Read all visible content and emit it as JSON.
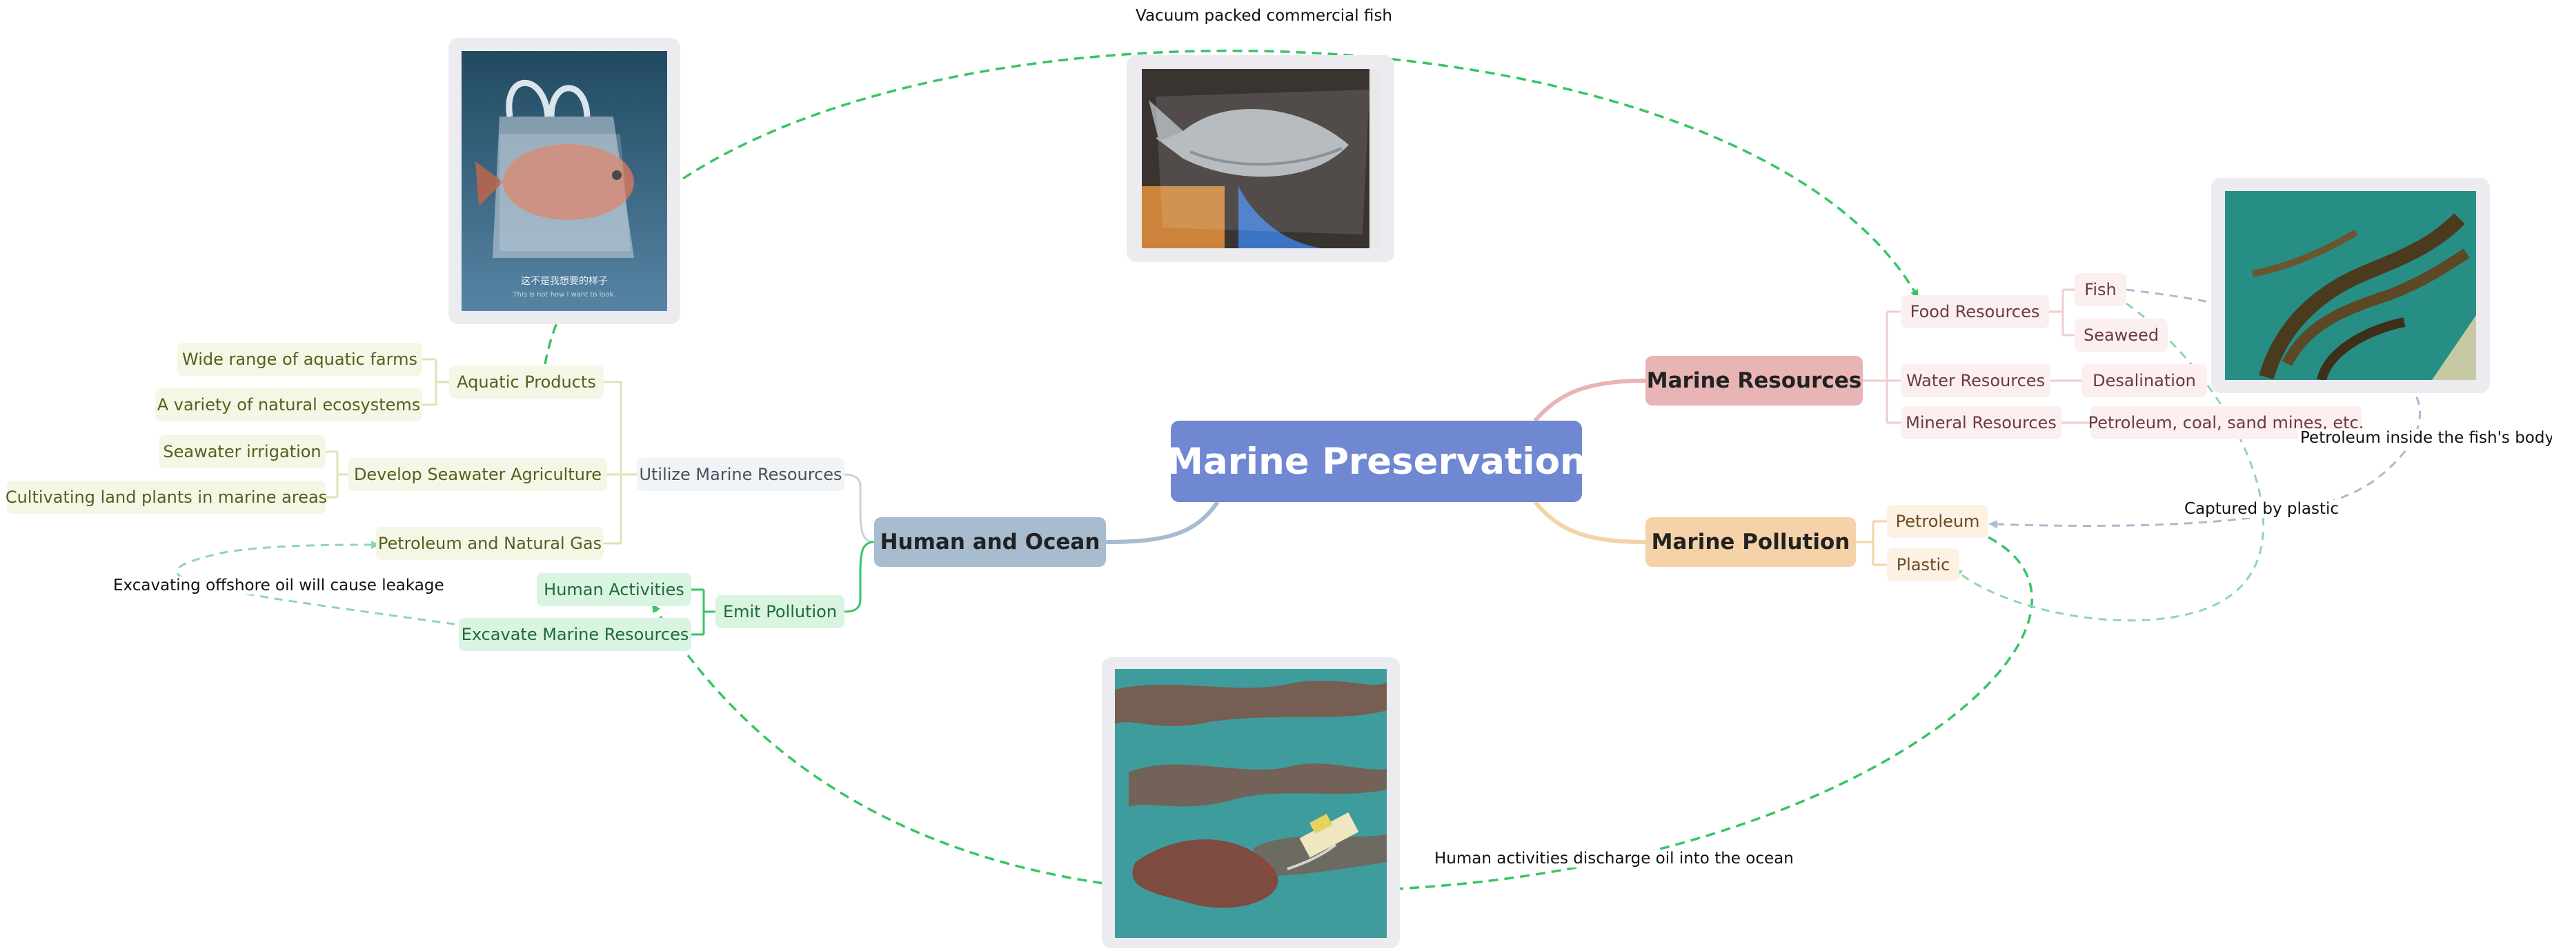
{
  "title": "Marine Preservation",
  "branches": {
    "human_and_ocean": {
      "label": "Human and Ocean",
      "utilize": {
        "label": "Utilize Marine Resources",
        "aquatic": {
          "label": "Aquatic Products",
          "children": [
            "Wide range of aquatic farms",
            "A variety of natural ecosystems"
          ]
        },
        "seawater": {
          "label": "Develop Seawater Agriculture",
          "children": [
            "Seawater irrigation",
            "Cultivating land plants in marine areas"
          ]
        },
        "petroleum_gas": {
          "label": "Petroleum and Natural Gas"
        }
      },
      "emit": {
        "label": "Emit Pollution",
        "children": [
          "Human Activities",
          "Excavate Marine Resources"
        ]
      }
    },
    "marine_resources": {
      "label": "Marine Resources",
      "food": {
        "label": "Food Resources",
        "children": [
          "Fish",
          "Seaweed"
        ]
      },
      "water": {
        "label": "Water Resources",
        "children": [
          "Desalination"
        ]
      },
      "mineral": {
        "label": "Mineral Resources",
        "children": [
          "Petroleum, coal, sand mines, etc."
        ]
      }
    },
    "marine_pollution": {
      "label": "Marine Pollution",
      "children": [
        "Petroleum",
        "Plastic"
      ]
    }
  },
  "relationships": {
    "vacuum": "Vacuum packed commercial fish",
    "excavating": "Excavating offshore oil will cause leakage",
    "discharge": "Human activities discharge oil into the ocean",
    "fish_body": "Petroleum inside the fish's body",
    "captured": "Captured by plastic"
  },
  "images": {
    "plastic_bag_fish": {
      "caption_cn": "这不是我想要的样子",
      "caption_en": "This is not how I want to look."
    },
    "vacuum_fish": {},
    "seaweed": {},
    "oil_spill": {}
  },
  "colors": {
    "root": "#7088d2",
    "human_and_ocean": "#a8bcd0",
    "marine_resources": "#e8b4b4",
    "marine_pollution": "#f6d2a8",
    "green_accent": "#37c565",
    "olive_bg": "#f5f7e6",
    "pink_bg": "#fcefef",
    "peach_bg": "#fdf1e4",
    "mint_bg": "#daf4e2"
  }
}
